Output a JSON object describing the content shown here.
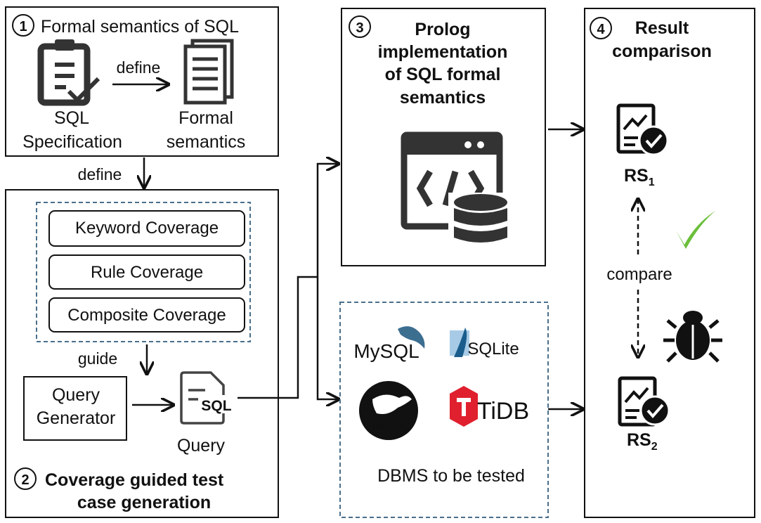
{
  "section1": {
    "number": "1",
    "title": "Formal semantics of SQL",
    "spec_label_1": "SQL",
    "spec_label_2": "Specification",
    "arrow_label": "define",
    "semantics_label_1": "Formal",
    "semantics_label_2": "semantics"
  },
  "define_label": "define",
  "section2": {
    "number": "2",
    "coverage_items": [
      "Keyword Coverage",
      "Rule Coverage",
      "Composite Coverage"
    ],
    "guide_label": "guide",
    "generator_label_1": "Query",
    "generator_label_2": "Generator",
    "query_icon_text": "SQL",
    "query_label": "Query",
    "title_1": "Coverage guided test",
    "title_2": "case generation"
  },
  "section3": {
    "number": "3",
    "title_lines": [
      "Prolog",
      "implementation",
      "of SQL formal",
      "semantics"
    ]
  },
  "dbms": {
    "logos": {
      "mysql": "MySQL",
      "sqlite": "SQLite",
      "duckdb": "DuckDB",
      "tidb": "TiDB"
    },
    "label": "DBMS to be tested"
  },
  "section4": {
    "number": "4",
    "title_1": "Result",
    "title_2": "comparison",
    "rs1": "RS",
    "rs1_sub": "1",
    "rs2": "RS",
    "rs2_sub": "2",
    "compare_label": "compare"
  },
  "colors": {
    "stroke": "#111111",
    "dashed_border": "#4a6f8a",
    "check_green": "#6bbf3a",
    "mysql_blue": "#3c6e90",
    "mysql_orange": "#e48e00",
    "sqlite_blue": "#1a5d8c",
    "tidb_red": "#e0202e"
  }
}
